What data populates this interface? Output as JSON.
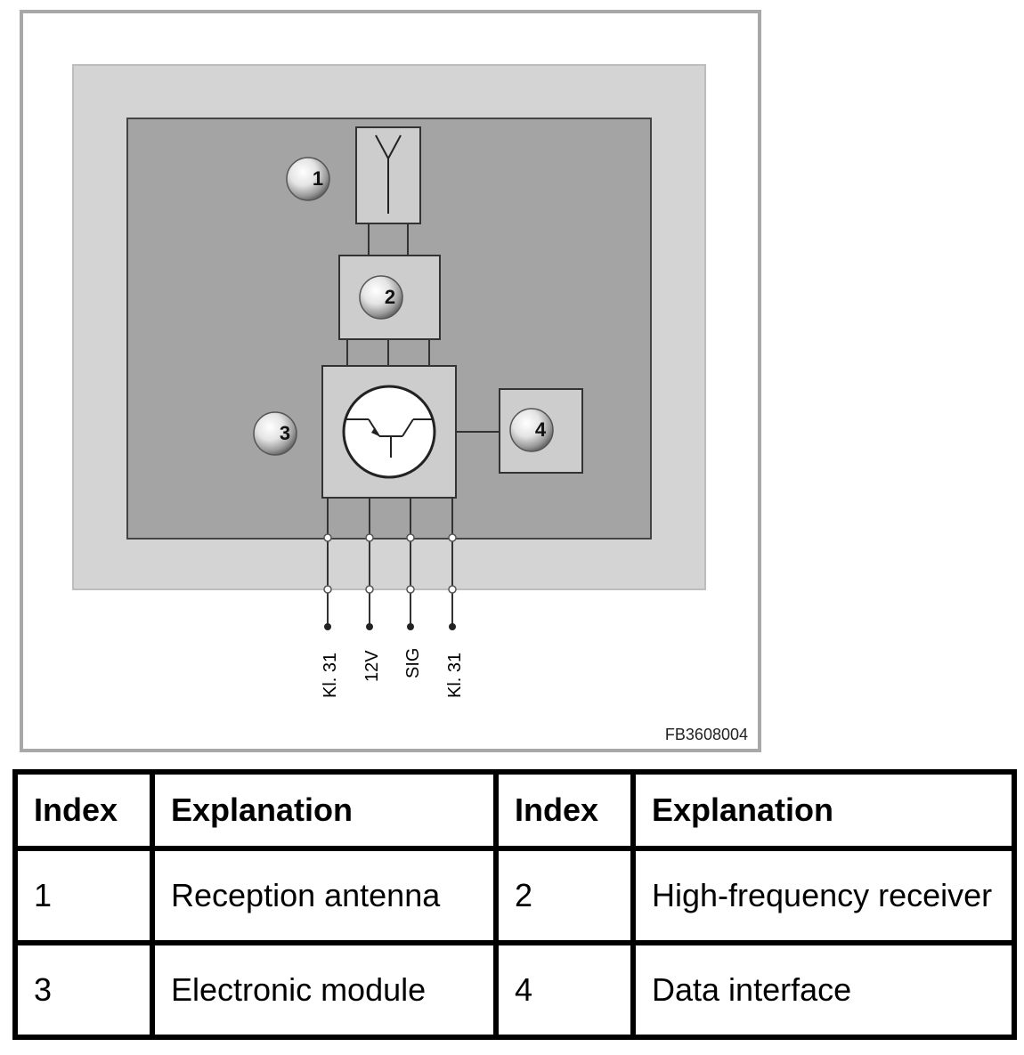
{
  "diagram": {
    "markers": [
      {
        "id": "1",
        "component": "Reception antenna"
      },
      {
        "id": "2",
        "component": "High-frequency receiver"
      },
      {
        "id": "3",
        "component": "Electronic module"
      },
      {
        "id": "4",
        "component": "Data interface"
      }
    ],
    "pins": [
      "Kl. 31",
      "12V",
      "SIG",
      "Kl. 31"
    ],
    "figure_id": "FB3608004",
    "colors": {
      "frame_border": "#a8a8a8",
      "outer_housing": "#d4d4d4",
      "inner_housing": "#a4a4a4",
      "component_box": "#cdcdcd",
      "wire": "#333333"
    }
  },
  "legend": {
    "headers": [
      "Index",
      "Explanation",
      "Index",
      "Explanation"
    ],
    "rows": [
      [
        "1",
        "Reception antenna",
        "2",
        "High-frequency receiver"
      ],
      [
        "3",
        "Electronic module",
        "4",
        "Data interface"
      ]
    ]
  }
}
